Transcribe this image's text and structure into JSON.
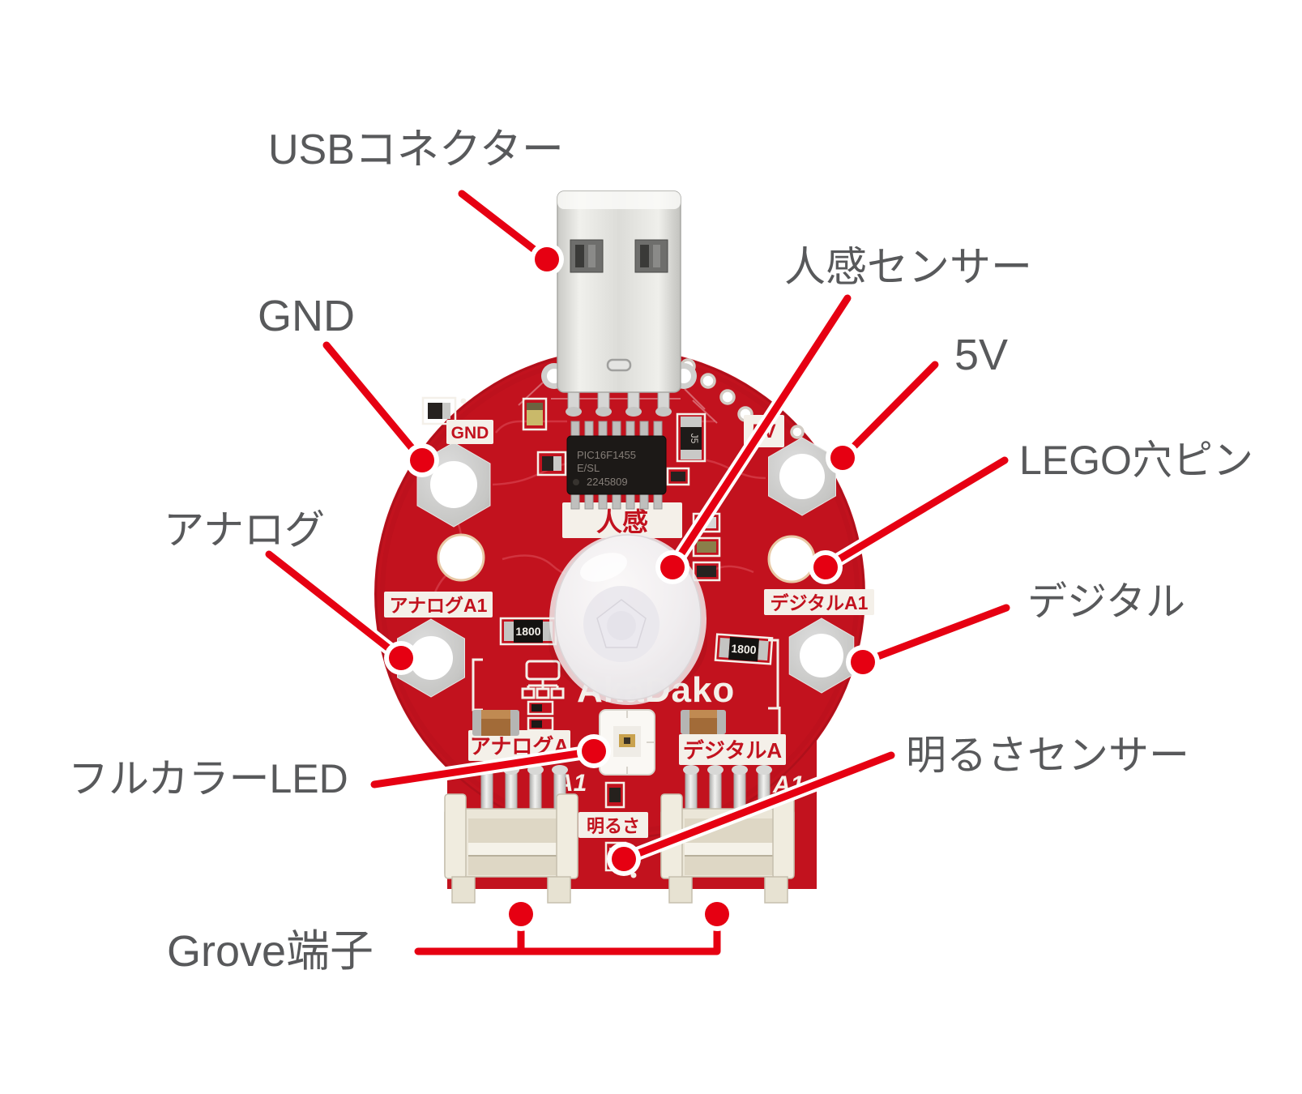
{
  "colors": {
    "accent_red": "#E60012",
    "board_red": "#C2121E",
    "label_gray": "#58595B",
    "silkscreen_white": "#F4F0E9",
    "connector_cream": "#EBE6D8"
  },
  "annotations": {
    "usb": "USBコネクター",
    "gnd": "GND",
    "analog": "アナログ",
    "fullcolor_led": "フルカラーLED",
    "grove": "Grove端子",
    "pir": "人感センサー",
    "five_v": "5V",
    "lego": "LEGO穴ピン",
    "digital": "デジタル",
    "brightness": "明るさセンサー"
  },
  "board_silkscreen": {
    "gnd": "GND",
    "five_v": "5V",
    "pir": "人感",
    "analog_a1": "アナログA1",
    "digital_a1": "デジタルA1",
    "analog_a": "アナログA",
    "digital_a": "デジタルA",
    "brightness": "明るさ",
    "a1_left": "A1",
    "a1_right": "A1",
    "logo": "AkaDako"
  },
  "components": {
    "mcu_line1": "PIC16F1455",
    "mcu_line2": "E/SL",
    "mcu_line3": "2245809",
    "j5": "J5",
    "resistor_left": "1800",
    "resistor_right": "1800"
  }
}
